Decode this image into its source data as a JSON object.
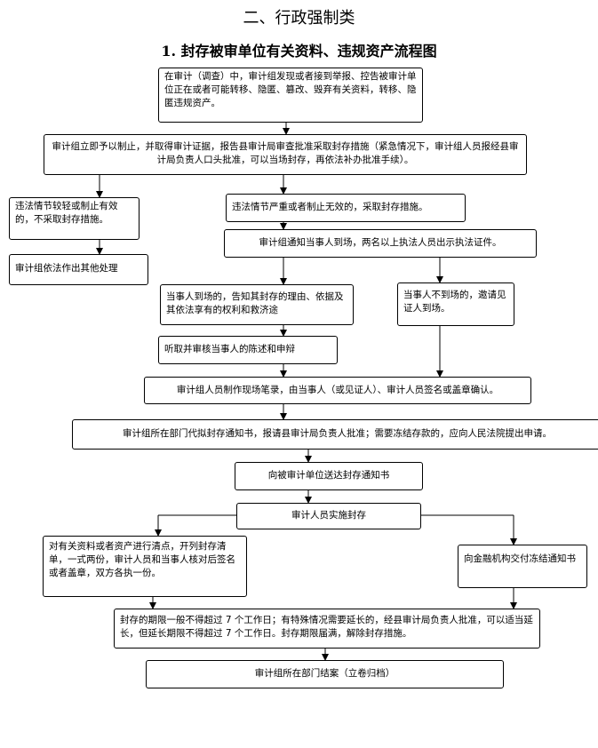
{
  "page": {
    "title": "二、行政强制类",
    "subtitle": "1.  封存被审单位有关资料、违规资产流程图"
  },
  "steps": {
    "s1": "在审计（调查）中，审计组发现或者接到举报、控告被审计单位正在或者可能转移、隐匿、篡改、毁弃有关资料，转移、隐匿违规资产。",
    "s2": "审计组立即予以制止，并取得审计证据，报告县审计局审查批准采取封存措施（紧急情况下，审计组人员报经县审计局负责人口头批准，可以当场封存，再依法补办批准手续）。",
    "s3a": "违法情节较轻或制止有效的，不采取封存措施。",
    "s3b": "审计组依法作出其他处理",
    "s4": "违法情节严重或者制止无效的，采取封存措施。",
    "s5": "审计组通知当事人到场，两名以上执法人员出示执法证件。",
    "s6a": "当事人到场的，告知其封存的理由、依据及其依法享有的权利和救济途",
    "s6b": "当事人不到场的，邀请见证人到场。",
    "s7": "听取并审核当事人的陈述和申辩",
    "s8": "审计组人员制作现场笔录，由当事人（或见证人）、审计人员签名或盖章确认。",
    "s9": "审计组所在部门代拟封存通知书，报请县审计局负责人批准；需要冻结存款的，应向人民法院提出申请。",
    "s10": "向被审计单位送达封存通知书",
    "s11": "审计人员实施封存",
    "s12a": "对有关资料或者资产进行清点，开列封存清单，一式两份，审计人员和当事人核对后签名或者盖章，双方各执一份。",
    "s12b": "向金融机构交付冻结通知书",
    "s13": "封存的期限一般不得超过 7 个工作日；有特殊情况需要延长的，经县审计局负责人批准，可以适当延长，但延长期限不得超过 7 个工作日。封存期限届满，解除封存措施。",
    "s14": "审计组所在部门结案（立卷归档）"
  }
}
